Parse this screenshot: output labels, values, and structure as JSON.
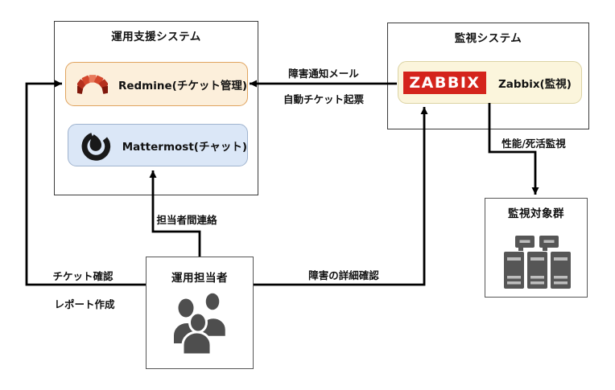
{
  "colors": {
    "canvas_bg": "#ffffff",
    "text_color": "#111111",
    "outer_box_border": "#3a3a3a",
    "redmine_fill": "#FCEFDB",
    "redmine_border": "#E0A35E",
    "mattermost_fill": "#DBE7F7",
    "mattermost_border": "#9FB3CE",
    "zabbix_fill": "#FBF5DC",
    "zabbix_border": "#DCD3A3",
    "zabbix_red": "#D4241C",
    "arrow_color": "#000000",
    "icon_dark": "#545454",
    "icon_slot": "#bdbdbd",
    "people_gray": "#4e4e4e"
  },
  "nodes": {
    "support_system": {
      "title": "運用支援システム"
    },
    "redmine": {
      "label": "Redmine(チケット管理)",
      "icon": "redmine-arch-icon"
    },
    "mattermost": {
      "label": "Mattermost(チャット)",
      "icon": "mattermost-circle-icon"
    },
    "monitoring_system": {
      "title": "監視システム"
    },
    "zabbix": {
      "logo_text": "ZABBIX",
      "label": "Zabbix(監視)",
      "icon": "zabbix-logo-badge"
    },
    "targets": {
      "title": "監視対象群",
      "icon": "server-group-icon"
    },
    "operators": {
      "title": "運用担当者",
      "icon": "people-group-icon"
    }
  },
  "edges": {
    "zabbix_to_redmine": {
      "label_top": "障害通知メール",
      "label_bottom": "自動チケット起票"
    },
    "zabbix_to_targets": {
      "label": "性能/死活監視"
    },
    "operators_to_mattermost": {
      "label": "担当者間連絡"
    },
    "operators_to_redmine": {
      "label_top": "チケット確認",
      "label_bottom": "レポート作成"
    },
    "operators_to_zabbix": {
      "label": "障害の詳細確認"
    }
  }
}
